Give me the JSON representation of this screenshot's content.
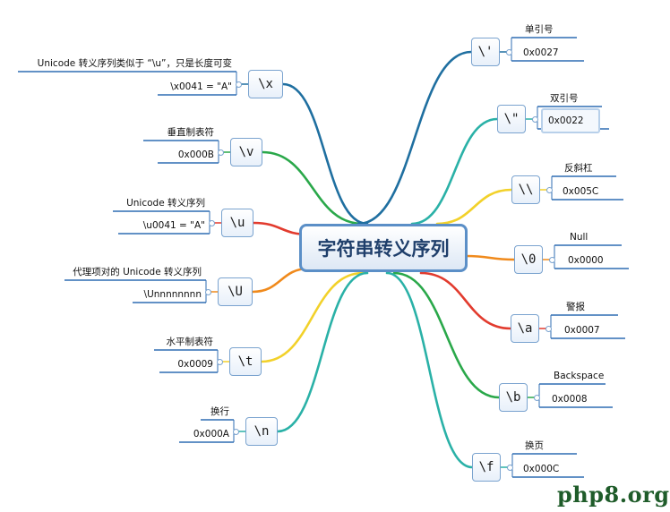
{
  "central": {
    "title": "字符串转义序列"
  },
  "left_branches": [
    {
      "seq": "\\x",
      "label_top": "Unicode 转义序列类似于 “\\u”，只是长度可变",
      "label_bottom": "\\x0041 = \"A\"",
      "color": "#1f6fa0"
    },
    {
      "seq": "\\v",
      "label_top": "垂直制表符",
      "label_bottom": "0x000B",
      "color": "#2aa84a"
    },
    {
      "seq": "\\u",
      "label_top": "Unicode 转义序列",
      "label_bottom": "\\u0041 = \"A\"",
      "color": "#e23b2e"
    },
    {
      "seq": "\\U",
      "label_top": "代理项对的 Unicode 转义序列",
      "label_bottom": "\\Unnnnnnnn",
      "color": "#f08a1c"
    },
    {
      "seq": "\\t",
      "label_top": "水平制表符",
      "label_bottom": "0x0009",
      "color": "#f2d12a"
    },
    {
      "seq": "\\n",
      "label_top": "换行",
      "label_bottom": "0x000A",
      "color": "#2ab1a7"
    }
  ],
  "right_branches": [
    {
      "seq": "\\'",
      "label_top": "单引号",
      "label_bottom": "0x0027",
      "color": "#1f6fa0"
    },
    {
      "seq": "\\\"",
      "label_top": "双引号",
      "label_bottom": "0x0022",
      "color": "#2ab1a7"
    },
    {
      "seq": "\\\\",
      "label_top": "反斜杠",
      "label_bottom": "0x005C",
      "color": "#f2d12a"
    },
    {
      "seq": "\\0",
      "label_top": "Null",
      "label_bottom": "0x0000",
      "color": "#f08a1c"
    },
    {
      "seq": "\\a",
      "label_top": "警报",
      "label_bottom": "0x0007",
      "color": "#e23b2e"
    },
    {
      "seq": "\\b",
      "label_top": "Backspace",
      "label_bottom": "0x0008",
      "color": "#2aa84a"
    },
    {
      "seq": "\\f",
      "label_top": "换页",
      "label_bottom": "0x000C",
      "color": "#2ab1a7"
    }
  ],
  "watermark": "php8.org"
}
